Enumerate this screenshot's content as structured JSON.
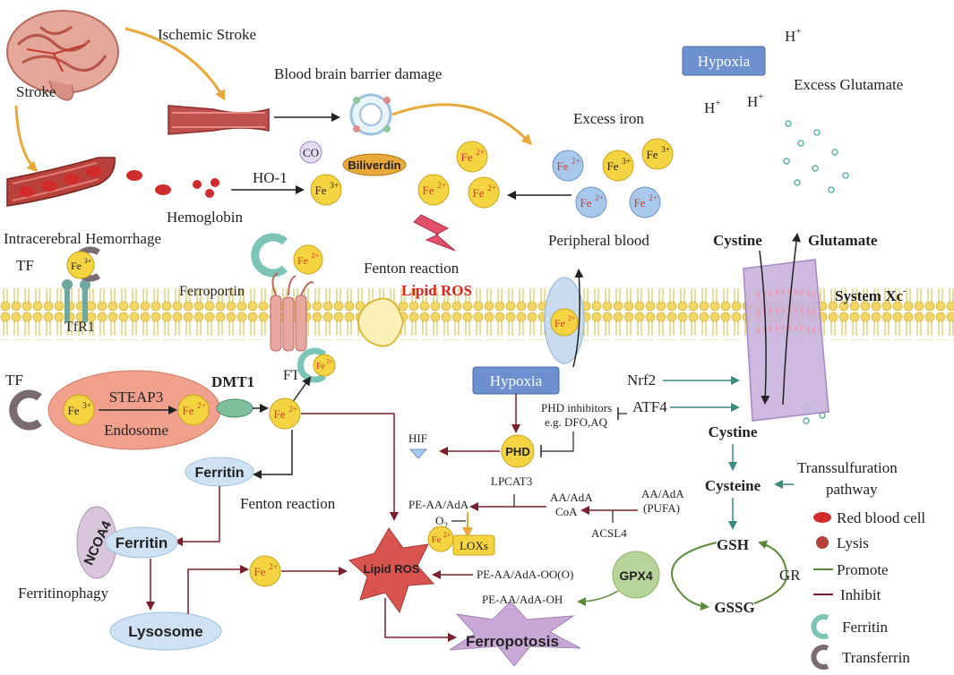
{
  "labels": {
    "ischemic_stroke": "Ischemic Stroke",
    "stroke": "Stroke",
    "bbb_damage": "Blood brain barrier damage",
    "hypoxia_top": "Hypoxia",
    "h1": "H",
    "h2": "H",
    "h3": "H",
    "h_plus": "+",
    "excess_glutamate": "Excess Glutamate",
    "excess_iron": "Excess iron",
    "co": "CO",
    "biliverdin": "Biliverdin",
    "ho1": "HO-1",
    "hemoglobin": "Hemoglobin",
    "peripheral_blood": "Peripheral blood",
    "ich": "Intracerebral Hemorrhage",
    "tf_top": "TF",
    "tfr1": "TfR1",
    "ferroportin": "Ferroportin",
    "fenton_top": "Fenton reaction",
    "lipid_ros_top": "Lipid ROS",
    "cystine_top": "Cystine",
    "glutamate": "Glutamate",
    "system_xc": "System Xc",
    "system_xc_sup": "-",
    "tf_mid": "TF",
    "steap3": "STEAP3",
    "endosome": "Endosome",
    "dmt1": "DMT1",
    "ft": "FT",
    "hypoxia_mid": "Hypoxia",
    "nrf2": "Nrf2",
    "atf4": "ATF4",
    "phd_inhibitors_1": "PHD inhibitors",
    "phd_inhibitors_2": "e.g. DFO,AQ",
    "hif": "HIF",
    "phd": "PHD",
    "cystine_mid": "Cystine",
    "cysteine": "Cysteine",
    "transsulfuration_1": "Transsulfuration",
    "transsulfuration_2": "pathway",
    "ferritin_1": "Ferritin",
    "fenton_mid": "Fenton reaction",
    "lpcat3": "LPCAT3",
    "pe_aa": "PE-AA/AdA",
    "aa_ada_coa_1": "AA/AdA",
    "aa_ada_coa_2": "CoA",
    "aa_ada_pufa_1": "AA/AdA",
    "aa_ada_pufa_2": "(PUFA)",
    "o2": "O",
    "o2_sub": "2",
    "acsl4": "ACSL4",
    "loxs": "LOXs",
    "ncoa4": "NCOA4",
    "ferritin_2": "Ferritin",
    "ferritinophagy": "Ferritinophagy",
    "lipid_ros_star": "Lipid ROS",
    "pe_aa_ooh": "PE-AA/AdA-OO(O)",
    "pe_aa_oh": "PE-AA/AdA-OH",
    "gpx4": "GPX4",
    "gsh": "GSH",
    "gssg": "GSSG",
    "gr": "GR",
    "lysosome": "Lysosome",
    "ferroptosis": "Ferropotosis"
  },
  "ions": {
    "fe2": "Fe",
    "fe2_sup": "2+",
    "fe3": "Fe",
    "fe3_sup": "3+"
  },
  "legend": {
    "red_blood_cell": "Red blood cell",
    "lysis": "Lysis",
    "promote": "Promote",
    "inhibit": "Inhibit",
    "ferritin": "Ferritin",
    "transferrin": "Transferrin"
  },
  "colors": {
    "promote": "#3a8a80",
    "inhibit": "#7a1f2b",
    "fe_yellow": "#f5d442",
    "fe_blue": "#a9c9ec",
    "hypoxia_box": "#6e8fd0",
    "endosome": "#f0a08c",
    "star_red": "#d9534f",
    "ferroptosis": "#c9a7d6",
    "ferritin_ellipse": "#cfe2f3",
    "gpx4": "#b7d59a",
    "membrane": "#f1d667",
    "orange_arrow": "#e8a93a"
  }
}
